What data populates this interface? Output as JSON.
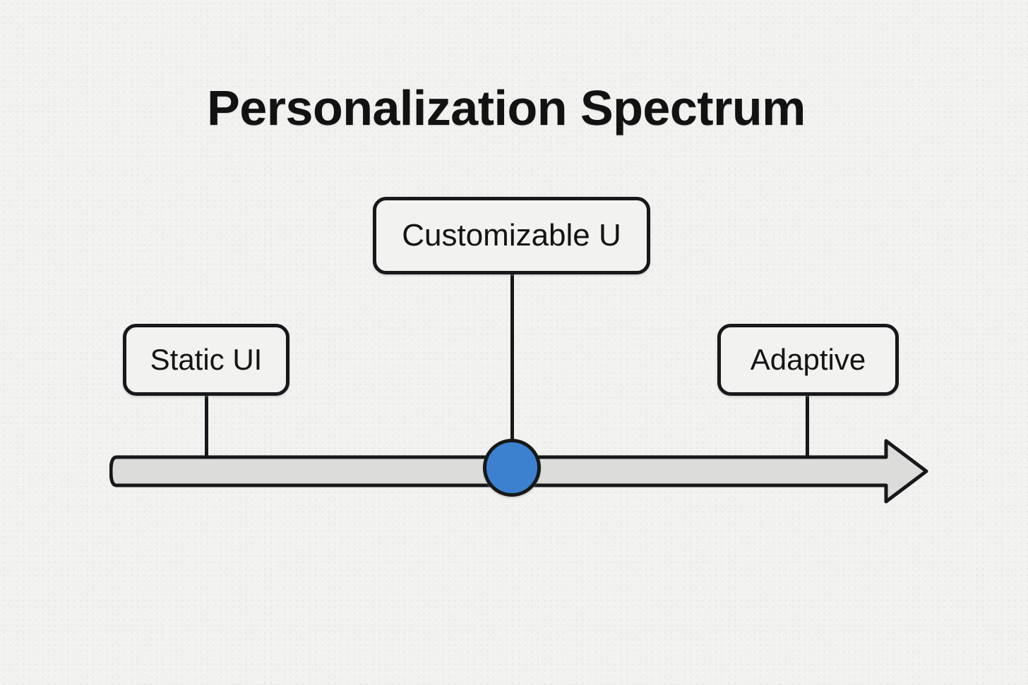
{
  "diagram": {
    "title": "Personalization Spectrum",
    "background_color": "#f1f1ef",
    "stroke_color": "#16181a",
    "marker_color": "#3c81cf",
    "axis_fill_color": "#dcdcda",
    "nodes": [
      {
        "id": "static",
        "label": "Static UI",
        "position": "left"
      },
      {
        "id": "customizable",
        "label": "Customizable U",
        "position": "center"
      },
      {
        "id": "adaptive",
        "label": "Adaptive",
        "position": "right"
      }
    ],
    "axis": {
      "name": "spectrum-arrow",
      "direction": "left-to-right",
      "marker_label": ""
    }
  }
}
